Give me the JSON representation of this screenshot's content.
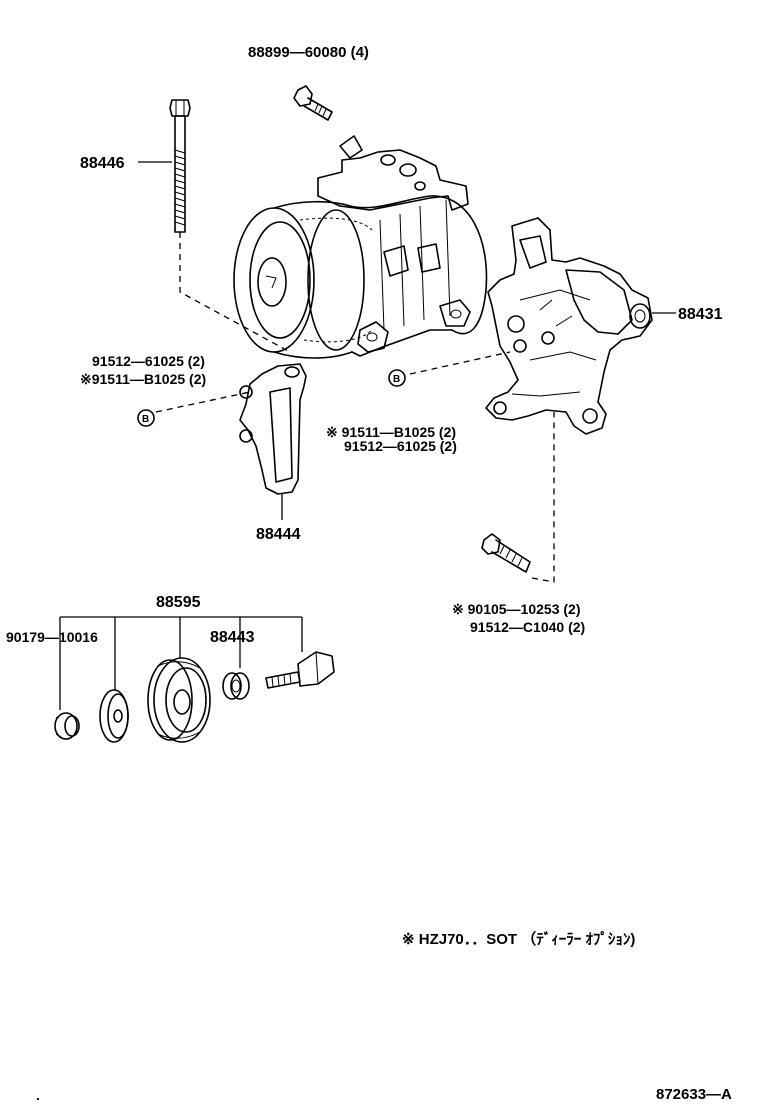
{
  "labels": {
    "bolt_88899": "88899—60080 (4)",
    "bolt_88446": "88446",
    "bracket_88431": "88431",
    "left_bolt_1": "91512—61025 (2)",
    "left_bolt_2": "※91511—B1025 (2)",
    "mid_bolt_1": "※ 91511—B1025 (2)",
    "mid_bolt_2": "91512—61025 (2)",
    "adjuster_88444": "88444",
    "idler_88595": "88595",
    "nut_90179": "90179—10016",
    "collar_88443": "88443",
    "lower_bolt_1": "※ 90105—10253 (2)",
    "lower_bolt_2": "91512—C1040 (2)",
    "note": "※ HZJ70．．SOT （ﾃﾞｨｰﾗｰ ｵﾌﾟｼｮﾝ)",
    "diagram_id": "872633—A",
    "corner_mark": ".",
    "callout_b": "B"
  }
}
